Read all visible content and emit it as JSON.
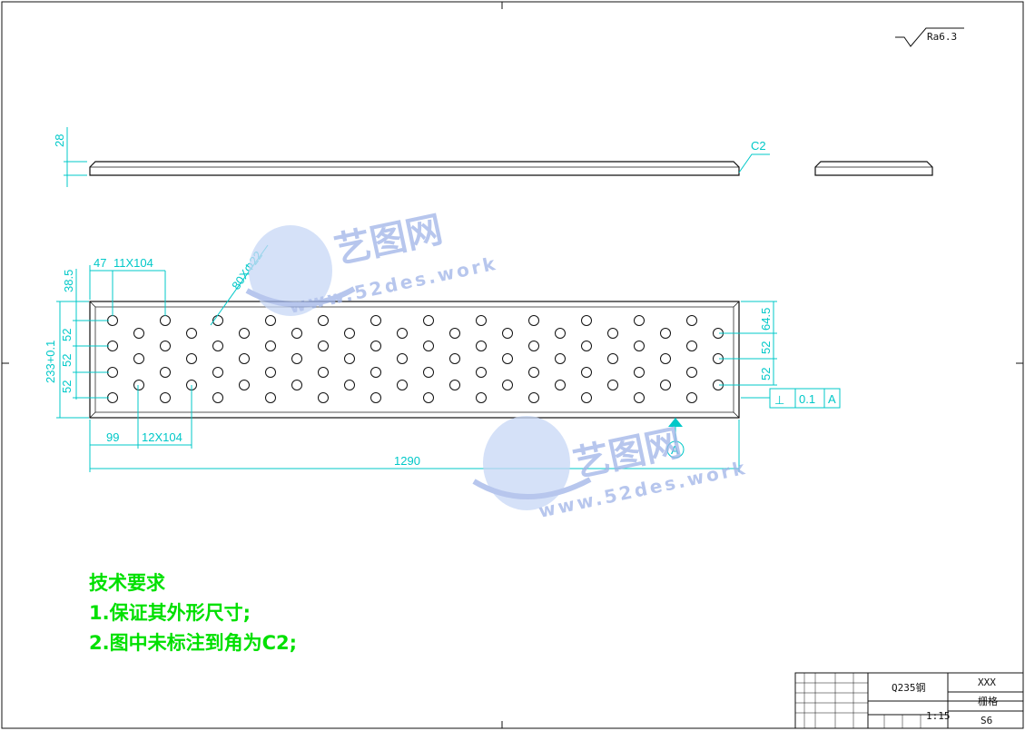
{
  "drawing": {
    "surface_finish": "Ra6.3",
    "chamfer": "C2",
    "top_view": {
      "thickness": "28"
    },
    "front_view": {
      "length": "1290",
      "height_label": "233+0.1",
      "hole_spec": "80XΦ22",
      "pitch_top": "11X104",
      "pitch_bottom": "12X104",
      "offset_top": "47",
      "offset_bottom": "99",
      "left_top_offset": "38.5",
      "left_rows": [
        "52",
        "52",
        "52"
      ],
      "right_top": "64.5",
      "right_rows": [
        "52",
        "52"
      ],
      "tolerance_box": {
        "symbol": "⊥",
        "value": "0.1",
        "datum": "A"
      },
      "datum_label": "A"
    },
    "requirements": {
      "title": "技术要求",
      "items": [
        "1.保证其外形尺寸;",
        "2.图中未标注到角为C2;"
      ]
    },
    "title_block": {
      "material": "Q235钢",
      "company": "XXX",
      "part_name": "栅格",
      "code": "S6",
      "scale": "1:15"
    },
    "watermark": {
      "name": "艺图网",
      "url": "www.52des.work"
    }
  }
}
